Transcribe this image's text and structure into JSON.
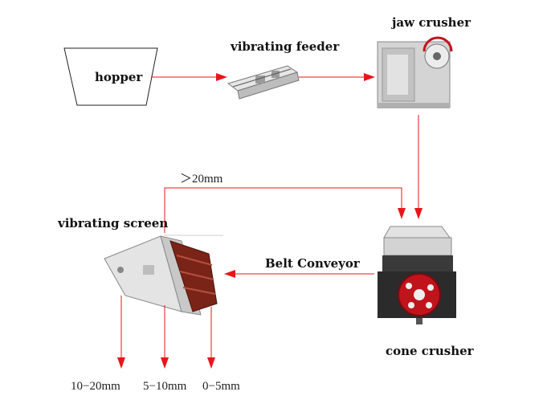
{
  "labels": {
    "hopper": "hopper",
    "vibrating_feeder": "vibrating feeder",
    "jaw_crusher": "jaw crusher",
    "oversize": "＞20mm",
    "vibrating_screen": "vibrating screen",
    "belt_conveyor": "Belt Conveyor",
    "cone_crusher": "cone crusher",
    "out_1": "10−20mm",
    "out_2": "5−10mm",
    "out_3": "0−5mm"
  },
  "colors": {
    "arrow": "#e8151b",
    "machine_red": "#c0141c",
    "machine_grey": "#d9d9d9",
    "machine_dark": "#2b2b2b",
    "screen_brown": "#7a2418"
  }
}
